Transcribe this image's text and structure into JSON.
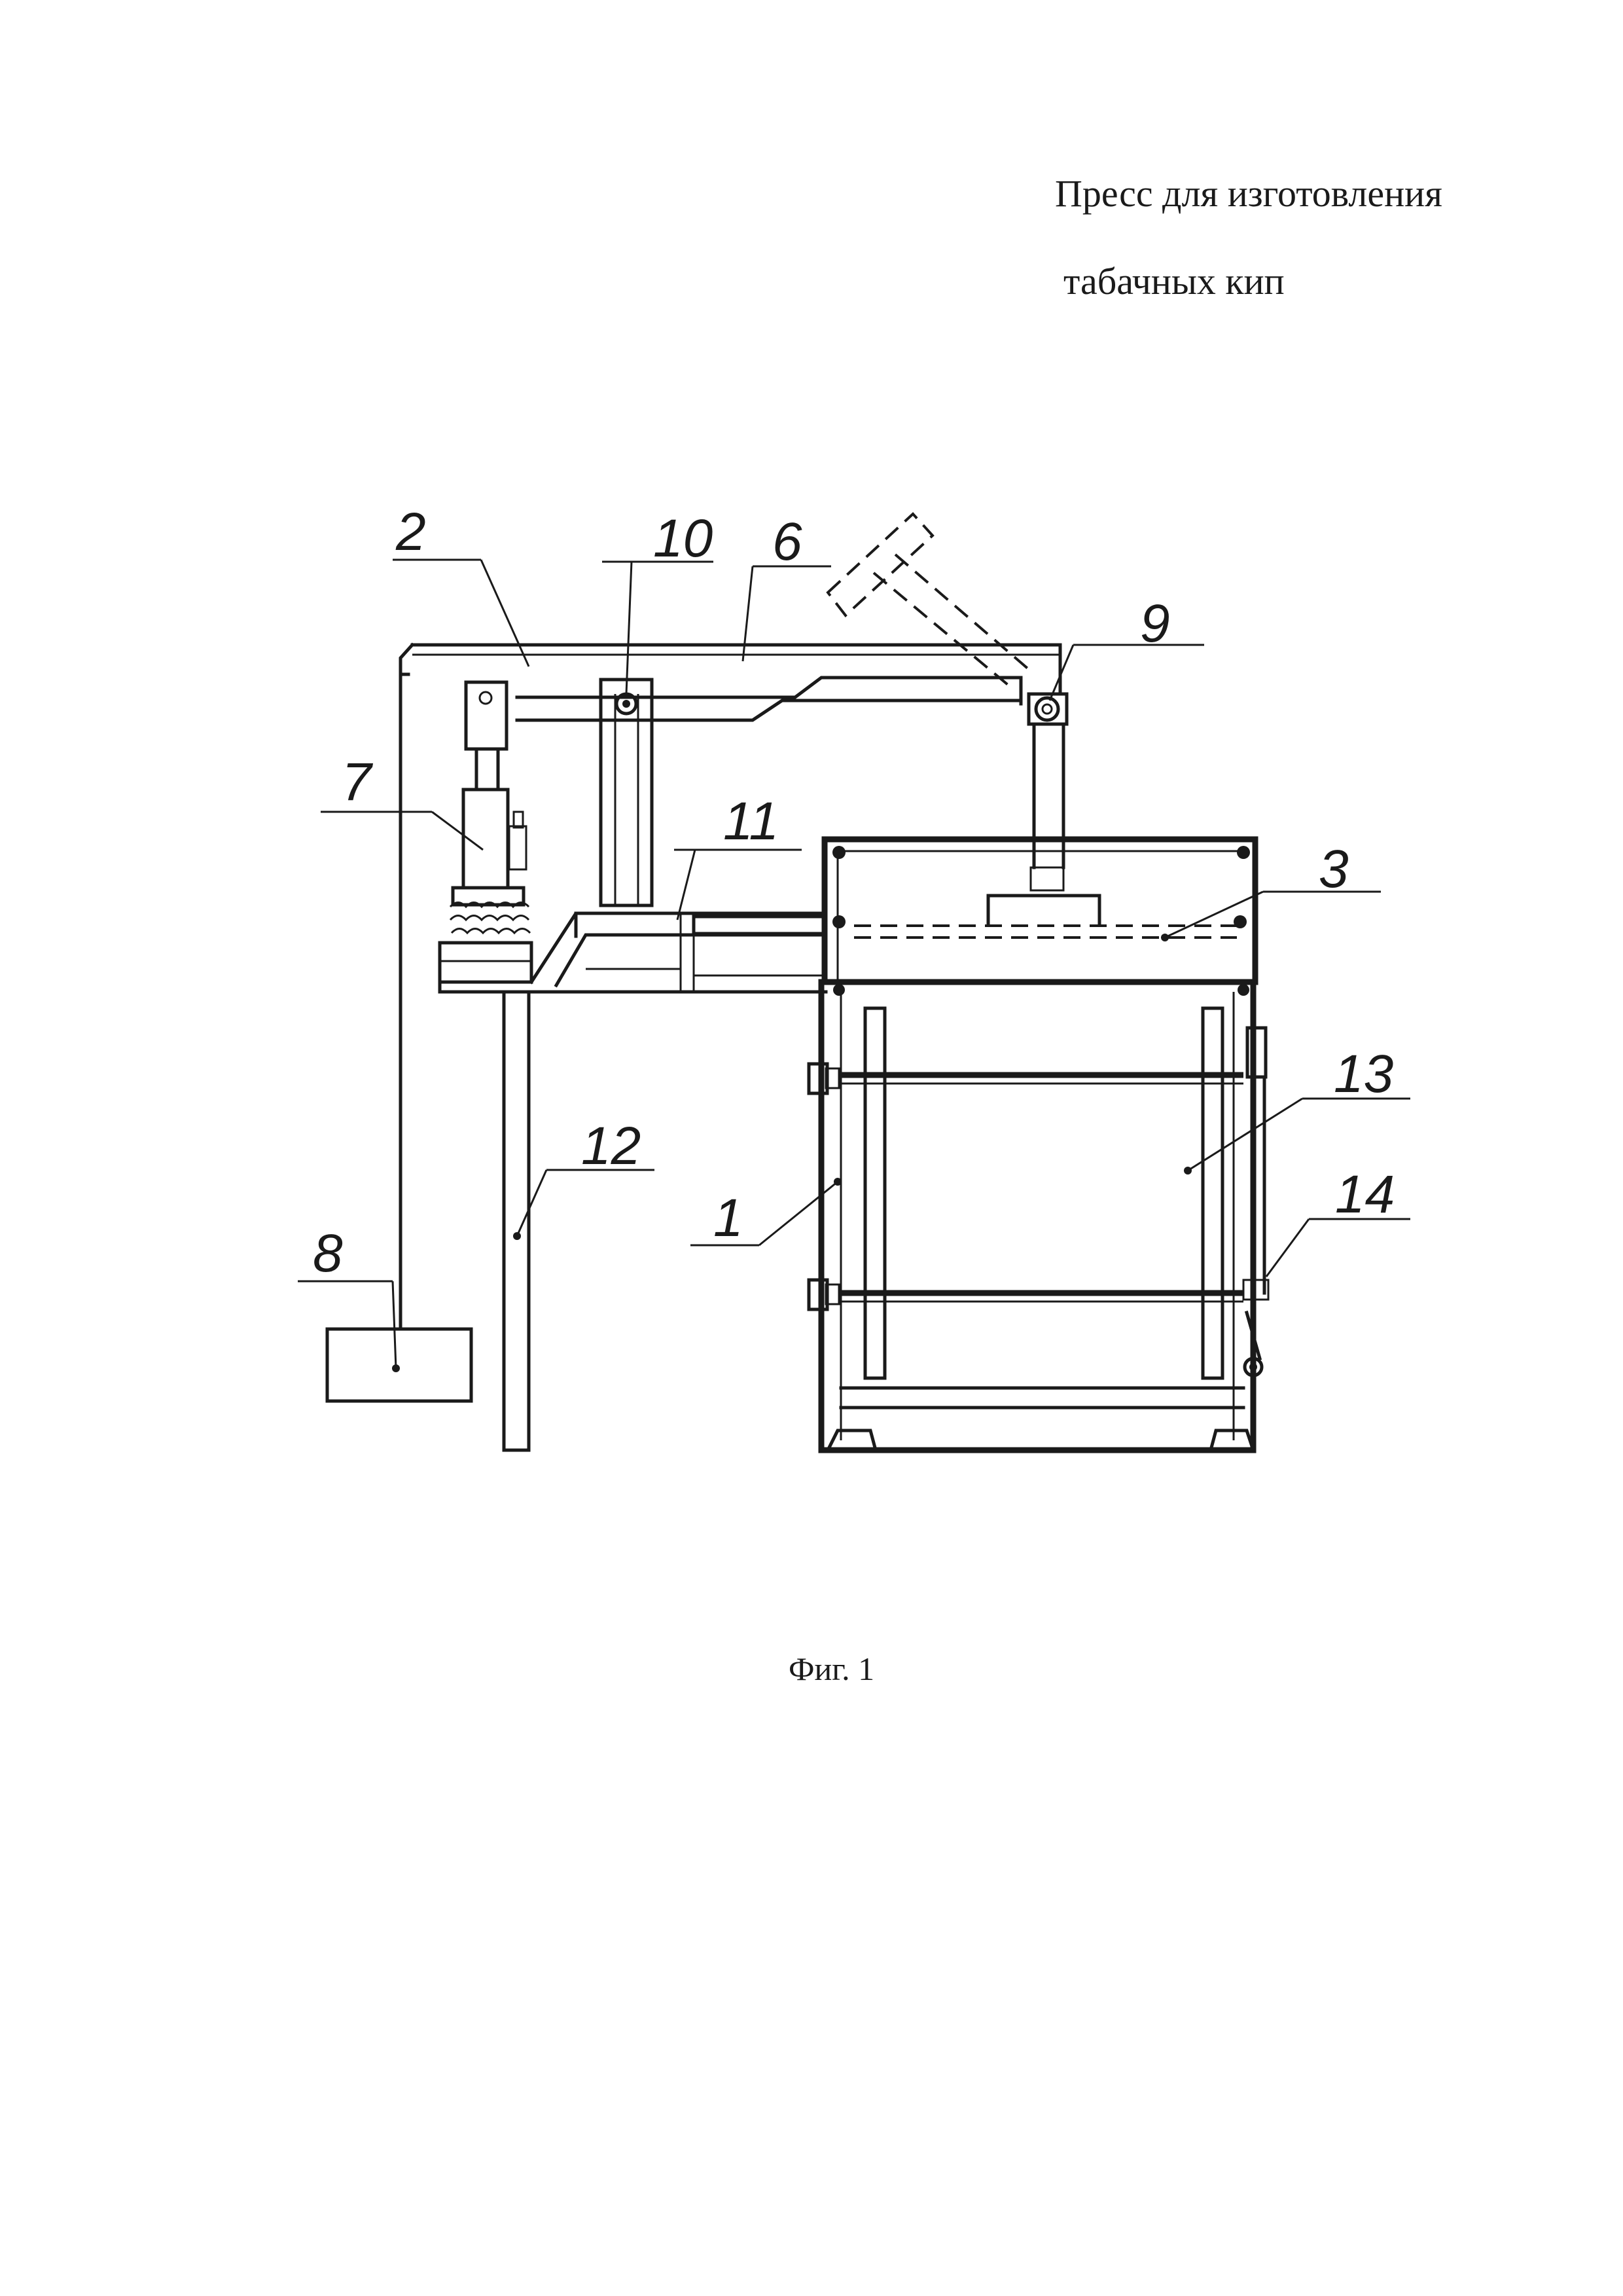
{
  "document": {
    "title_line1": "Пресс для изготовления",
    "title_line2": "табачных кип",
    "caption": "Фиг. 1"
  },
  "callouts": {
    "n1": "1",
    "n2": "2",
    "n3": "3",
    "n6": "6",
    "n7": "7",
    "n8": "8",
    "n9": "9",
    "n10": "10",
    "n11": "11",
    "n12": "12",
    "n13": "13",
    "n14": "14"
  }
}
